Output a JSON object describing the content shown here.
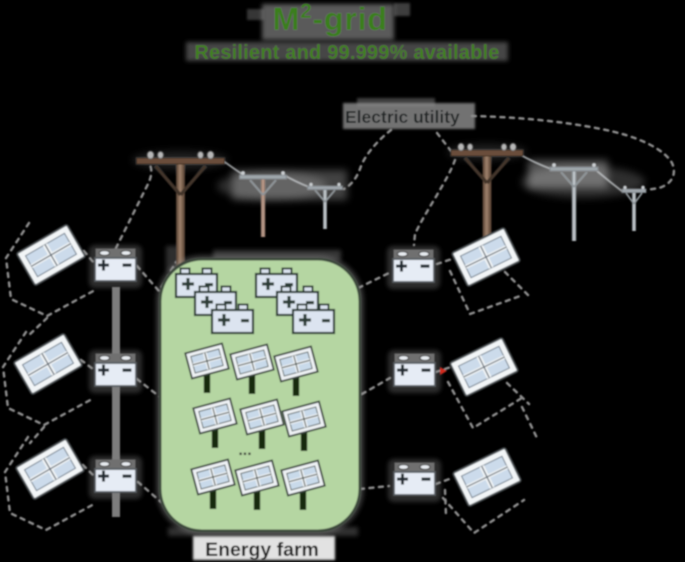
{
  "page": {
    "background_color": "#000000"
  },
  "title": {
    "m": "M",
    "superscript": "2",
    "rest": "-grid",
    "full_text": "M2-grid",
    "color": "#3b7f1b"
  },
  "subtitle": {
    "text": "Resilient and 99.999% available",
    "color": "#3f811e"
  },
  "labels": {
    "electric_utility": "Electric utility",
    "energy_farm": "Energy farm",
    "ellipsis_dots": "..."
  },
  "energy_farm": {
    "fill_color": "#b5d6a2",
    "border_color": "#3d483d",
    "battery_count": 6,
    "solar_panel_count": 9
  },
  "houses": {
    "left_count": 3,
    "right_count": 3,
    "components": [
      "solar-panel-icon",
      "battery-icon"
    ]
  },
  "utility_poles": {
    "left_group_count": 3,
    "right_group_count": 3,
    "large_pole_color": "#7c5f4c"
  },
  "colors": {
    "battery_fill": "#e3e9f3",
    "battery_border": "#454545",
    "panel_cell": "#ccdbeb",
    "panel_frame": "#f2f5f7",
    "dashed_line": "#8e8e8e",
    "bus_line": "#7d7d7d",
    "fault_marker_red": "#d2291c",
    "wire": "#cdd1d4"
  }
}
